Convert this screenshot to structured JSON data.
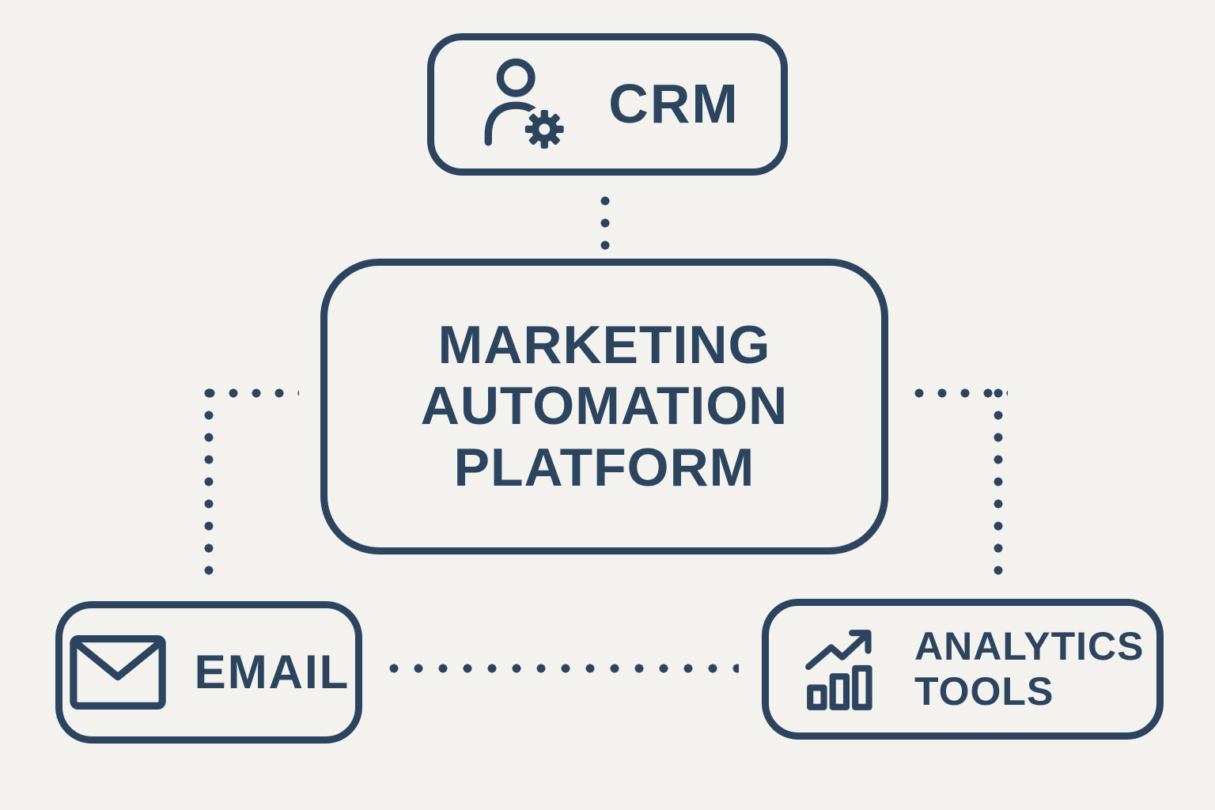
{
  "colors": {
    "background": "#f4f2ef",
    "ink": "#2d445f"
  },
  "nodes": {
    "crm": {
      "label": "CRM",
      "icon": "user-gear-icon"
    },
    "platform": {
      "label": "MARKETING\nAUTOMATION\nPLATFORM"
    },
    "email": {
      "label": "EMAIL",
      "icon": "envelope-icon"
    },
    "analytics": {
      "label": "ANALYTICS\nTOOLS",
      "icon": "trend-bar-chart-icon"
    }
  },
  "connectors": {
    "crm_to_platform": "dotted-vertical",
    "platform_to_email": "dotted-elbow-left",
    "platform_to_analytics": "dotted-elbow-right",
    "email_to_analytics": "dotted-horizontal"
  }
}
